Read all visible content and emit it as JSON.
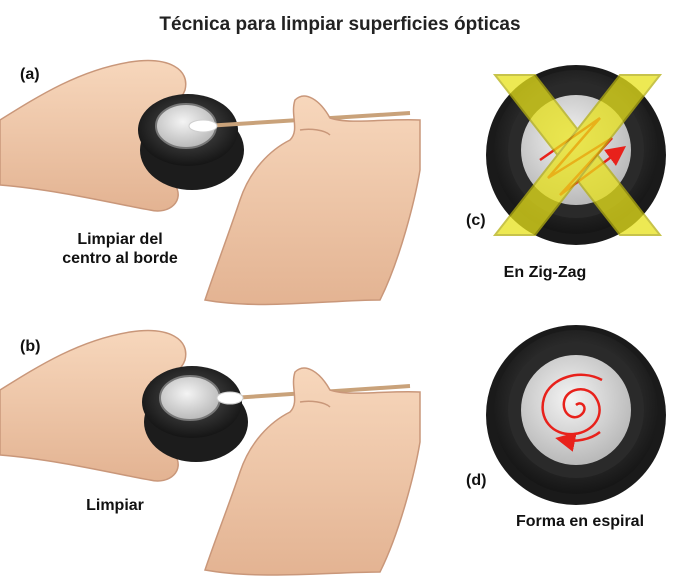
{
  "title": "Técnica para limpiar superficies ópticas",
  "panels": [
    {
      "letter": "(a)",
      "caption_lines": [
        "Limpiar del",
        "centro al borde"
      ]
    },
    {
      "letter": "(b)",
      "caption_lines": [
        "Limpiar"
      ]
    },
    {
      "letter": "(c)",
      "caption_lines": [
        "En Zig-Zag"
      ],
      "marked_wrong": true
    },
    {
      "letter": "(d)",
      "caption_lines": [
        "Forma en espiral"
      ]
    }
  ],
  "colors": {
    "skin": "#f2c9a8",
    "skin_shadow": "#d9a487",
    "lens_body": "#2a2a2a",
    "lens_glass": "#d8d8d8",
    "stick": "#c9a27a",
    "cotton": "#ffffff",
    "wrong_mark": "#e8e21a",
    "wrong_mark_stroke": "#b5b010",
    "path_red": "#e8211b",
    "path_orange": "#f08a1a"
  },
  "icons": {
    "panel_c_overlay": "cross-mark-icon",
    "panel_c_path": "zigzag-arrow-icon",
    "panel_d_path": "spiral-arrow-icon"
  }
}
